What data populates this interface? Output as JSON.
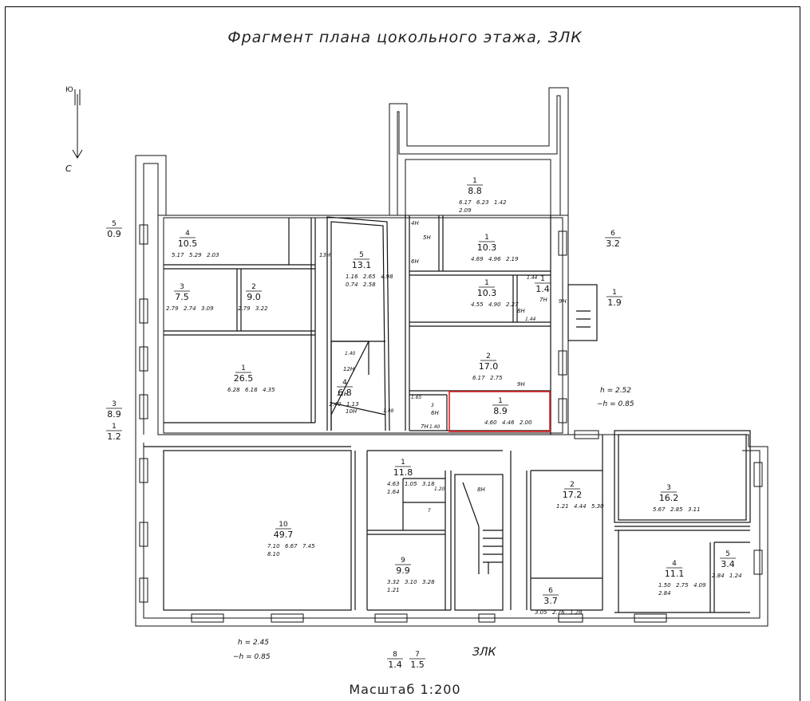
{
  "title": "Фрагмент плана  цокольного этажа, ЗЛК",
  "scale": "Масштаб  1:200",
  "entrance_label": "ЗЛК",
  "compass": {
    "north": "Ю",
    "south": "С"
  },
  "highlight_color": "#e0201e",
  "heights": [
    {
      "h": "h = 2.52",
      "dh": "−h = 0.85"
    },
    {
      "h": "h = 2.45",
      "dh": "−h = 0.85"
    }
  ],
  "rooms": [
    {
      "no": "4",
      "area": "10.5",
      "dims": [
        "5.17",
        "5.29",
        "2.03"
      ]
    },
    {
      "no": "3",
      "area": "7.5",
      "dims": [
        "2.79",
        "2.74",
        "3.09"
      ]
    },
    {
      "no": "2",
      "area": "9.0",
      "dims": [
        "2.79",
        "3.22"
      ]
    },
    {
      "no": "1",
      "area": "26.5",
      "dims": [
        "6.28",
        "6.18",
        "4.35"
      ]
    },
    {
      "no": "5",
      "area": "13.1",
      "dims": [
        "1.16",
        "2.65",
        "4.98",
        "0.74",
        "2.58"
      ]
    },
    {
      "no": "4",
      "area": "6.8",
      "dims": [
        "1.40",
        "1.13"
      ]
    },
    {
      "no": "5",
      "area": "0.9"
    },
    {
      "no": "3",
      "area": "8.9"
    },
    {
      "no": "1",
      "area": "1.2"
    },
    {
      "no": "1",
      "area": "8.8",
      "dims": [
        "6.17",
        "6.23",
        "1.42",
        "2.09"
      ]
    },
    {
      "no": "1",
      "area": "10.3",
      "dims": [
        "4.69",
        "4.96",
        "2.19"
      ]
    },
    {
      "no": "1",
      "area": "10.3",
      "dims": [
        "4.55",
        "4.90",
        "2.27"
      ]
    },
    {
      "no": "1",
      "area": "1.4"
    },
    {
      "no": "2",
      "area": "17.0",
      "dims": [
        "6.17",
        "2.75"
      ]
    },
    {
      "no": "1",
      "area": "8.9",
      "dims": [
        "4.60",
        "4.46",
        "2.00"
      ]
    },
    {
      "no": "6",
      "area": "3.2"
    },
    {
      "no": "1",
      "area": "1.9"
    },
    {
      "no": "10",
      "area": "49.7",
      "dims": [
        "7.10",
        "6.67",
        "7.45",
        "8.10"
      ]
    },
    {
      "no": "1",
      "area": "11.8",
      "dims": [
        "4.63",
        "1.05",
        "3.18",
        "1.64"
      ]
    },
    {
      "no": "9",
      "area": "9.9",
      "dims": [
        "3.32",
        "3.10",
        "3.28",
        "1.21"
      ]
    },
    {
      "no": "2",
      "area": "17.2",
      "dims": [
        "1.21",
        "4.44",
        "5.30"
      ]
    },
    {
      "no": "3",
      "area": "16.2",
      "dims": [
        "5.67",
        "2.85",
        "3.11"
      ]
    },
    {
      "no": "4",
      "area": "11.1",
      "dims": [
        "1.50",
        "2.75",
        "4.09",
        "2.84"
      ]
    },
    {
      "no": "5",
      "area": "3.4",
      "dims": [
        "2.84",
        "1.24"
      ]
    },
    {
      "no": "6",
      "area": "3.7",
      "dims": [
        "3.05",
        "2.76",
        "1.28"
      ]
    },
    {
      "no": "8",
      "area": "1.4"
    },
    {
      "no": "7",
      "area": "1.5"
    }
  ],
  "niches": [
    "13Н",
    "12Н",
    "11Н",
    "10Н",
    "4Н",
    "5Н",
    "6Н",
    "7Н",
    "8Н",
    "9Н",
    "6Н",
    "7Н",
    "8Н",
    "9Н"
  ],
  "small_dims": [
    "1.65",
    "1.40",
    "1.40",
    "1.48",
    "1.44",
    "1.44",
    "1.20",
    "3",
    "7"
  ]
}
